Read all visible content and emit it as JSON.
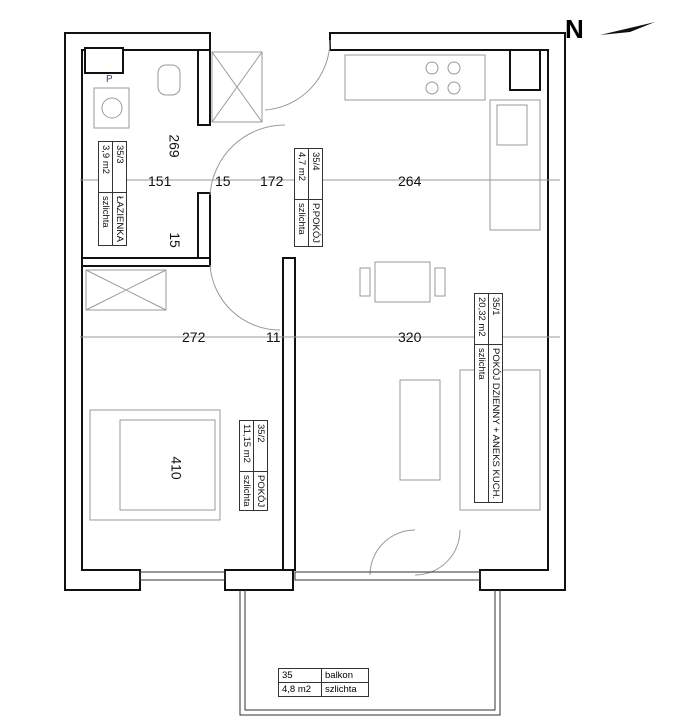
{
  "north_label": "N",
  "dimensions": {
    "bath_height": "269",
    "bath_width": "151",
    "wall1": "15",
    "hall_width": "172",
    "kitchen_width": "264",
    "bath_wall": "15",
    "bedroom_width": "272",
    "wall2": "11",
    "living_width": "320",
    "bedroom_length": "410"
  },
  "rooms": [
    {
      "id": "35/3",
      "name": "ŁAZIENKA",
      "area": "3,9 m2",
      "floor": "szlichta"
    },
    {
      "id": "35/4",
      "name": "P.POKÓJ",
      "area": "4,7 m2",
      "floor": "szlichta"
    },
    {
      "id": "35/1",
      "name": "POKÓJ DZIENNY + ANEKS KUCH.",
      "area": "20,32 m2",
      "floor": "szlichta"
    },
    {
      "id": "35/2",
      "name": "POKÓJ",
      "area": "11,15 m2",
      "floor": "szlichta"
    }
  ],
  "balcony": {
    "id": "35",
    "name": "balkon",
    "area": "4,8 m2",
    "floor": "szlichta"
  },
  "fixture_label": "P"
}
